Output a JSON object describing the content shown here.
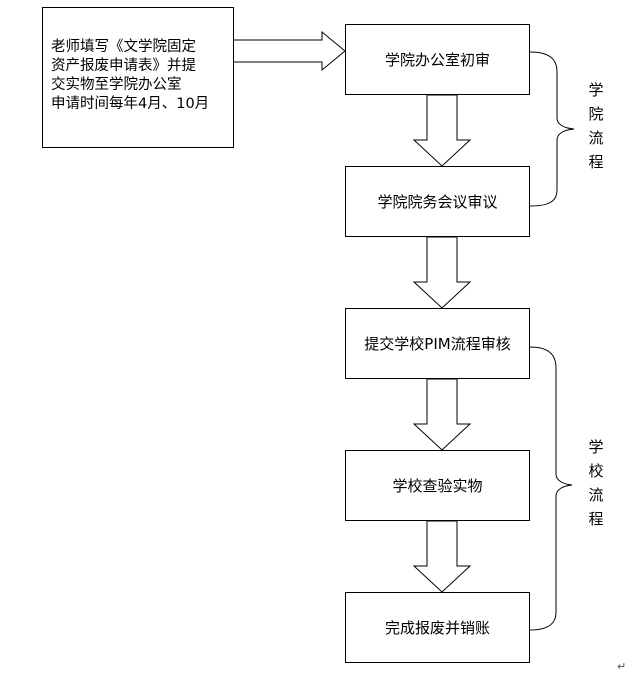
{
  "input_box": {
    "lines": [
      "老师填写《文学院固定",
      "资产报废申请表》并提",
      "交实物至学院办公室",
      "申请时间每年4月、10月"
    ]
  },
  "steps": [
    {
      "label": "学院办公室初审"
    },
    {
      "label": "学院院务会议审议"
    },
    {
      "label": "提交学校PIM流程审核"
    },
    {
      "label": "学校查验实物"
    },
    {
      "label": "完成报废并销账"
    }
  ],
  "groups": [
    {
      "label": "学院流程"
    },
    {
      "label": "学校流程"
    }
  ],
  "paragraph_mark": "↵"
}
